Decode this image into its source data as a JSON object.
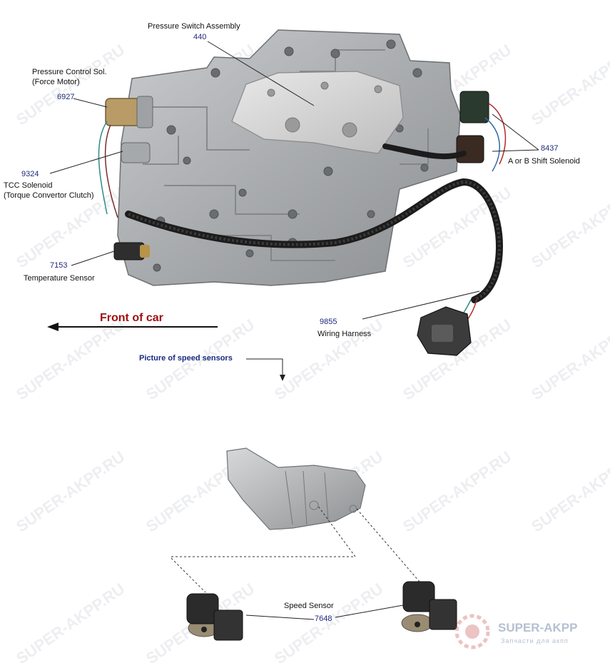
{
  "labels": {
    "pressure_switch": "Pressure Switch Assembly",
    "pressure_switch_num": "440",
    "pcs_line1": "Pressure Control Sol.",
    "pcs_line2": "(Force Motor)",
    "pcs_num": "6927",
    "tcc_num": "9324",
    "tcc_line1": "TCC Solenoid",
    "tcc_line2": "(Torque Convertor Clutch)",
    "temp_num": "7153",
    "temp_label": "Temperature Sensor",
    "shift_num": "8437",
    "shift_label": "A or B Shift Solenoid",
    "harness_num": "9855",
    "harness_label": "Wiring Harness",
    "front": "Front of car",
    "speed_pic": "Picture of speed sensors",
    "speed_label": "Speed Sensor",
    "speed_num": "7648"
  },
  "watermark": {
    "text": "SUPER-AKPP.RU",
    "brand": "SUPER-AKPP",
    "brand_sub": "Запчасти для акпп"
  },
  "icons": {
    "valve_body": "valve-body-photo",
    "transmission": "transmission-photo",
    "speed_sensor": "speed-sensor-photo"
  },
  "colors": {
    "front_text": "#a01010",
    "link_text": "#1a2a80",
    "number_text": "#1f2a78"
  }
}
